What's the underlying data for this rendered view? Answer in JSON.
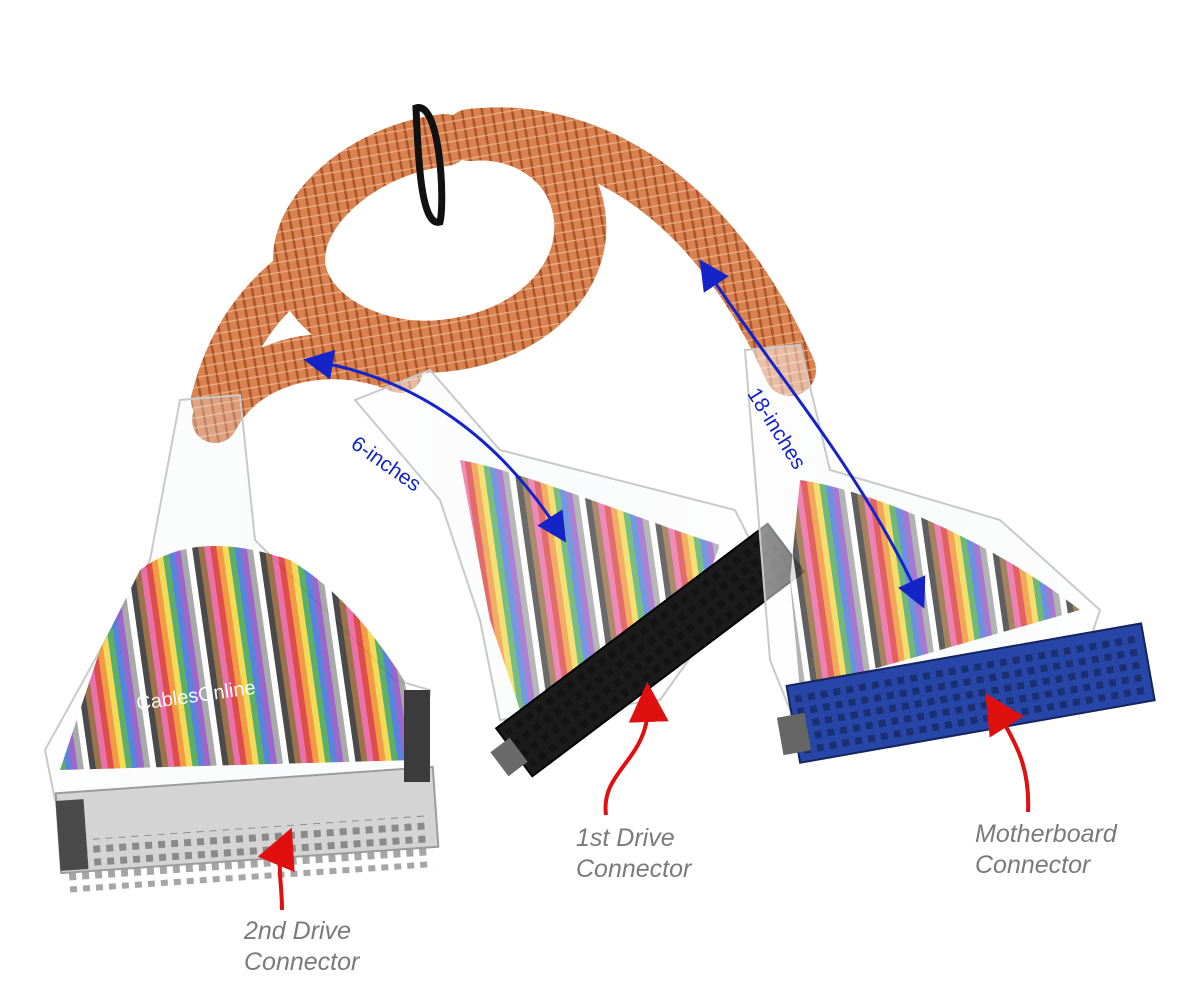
{
  "brand_label": "CablesOnline",
  "dimensions": {
    "short_segment": "6-inches",
    "long_segment": "18-inches"
  },
  "callouts": {
    "second_drive": {
      "line1": "2nd Drive",
      "line2": "Connector"
    },
    "first_drive": {
      "line1": "1st Drive",
      "line2": "Connector"
    },
    "motherboard": {
      "line1": "Motherboard",
      "line2": "Connector"
    }
  },
  "colors": {
    "braid": "#d9814f",
    "braid_dark": "#a24f26",
    "connector_gray": "#d4d4d4",
    "connector_black": "#1b1b1b",
    "connector_blue": "#2746a8",
    "dimension_arrow": "#1424c8",
    "callout_arrow": "#e01010",
    "callout_text": "#7a7a7a"
  }
}
